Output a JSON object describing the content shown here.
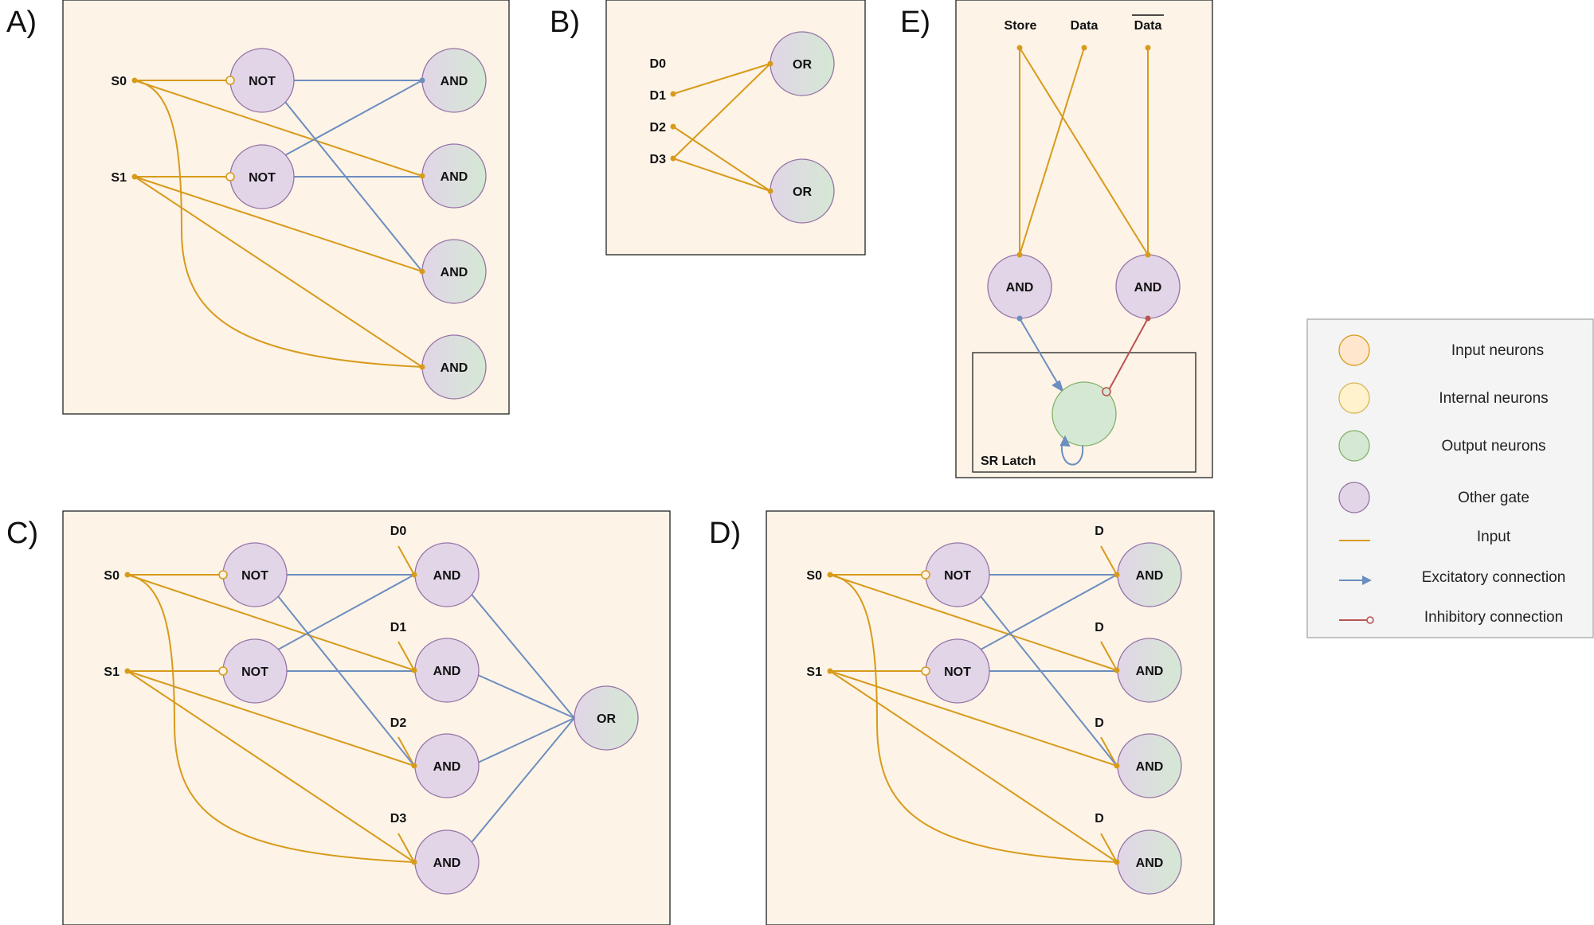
{
  "panels": {
    "A": {
      "label": "A)",
      "not_gate": "NOT",
      "and_gate": "AND",
      "inputs": [
        "S0",
        "S1"
      ]
    },
    "B": {
      "label": "B)",
      "or_gate": "OR",
      "inputs": [
        "D0",
        "D1",
        "D2",
        "D3"
      ]
    },
    "C": {
      "label": "C)",
      "not_gate": "NOT",
      "and_gate": "AND",
      "or_gate": "OR",
      "inputs": [
        "S0",
        "S1"
      ],
      "data_inputs": [
        "D0",
        "D1",
        "D2",
        "D3"
      ]
    },
    "D": {
      "label": "D)",
      "not_gate": "NOT",
      "and_gate": "AND",
      "inputs": [
        "S0",
        "S1"
      ],
      "data_input": "D"
    },
    "E": {
      "label": "E)",
      "and_gate": "AND",
      "inputs": [
        "Store",
        "Data",
        "Data"
      ],
      "latch_label": "SR Latch"
    }
  },
  "legend": {
    "items": [
      {
        "label": "Input neurons",
        "icon": "input-neuron-icon",
        "color": "#ffe6cc"
      },
      {
        "label": "Internal neurons",
        "icon": "internal-neuron-icon",
        "color": "#fff2cc"
      },
      {
        "label": "Output neurons",
        "icon": "output-neuron-icon",
        "color": "#d5e8d4"
      },
      {
        "label": "Other gate",
        "icon": "other-gate-icon",
        "color": "#e1d5e7"
      },
      {
        "label": "Input",
        "icon": "input-line-icon",
        "color": "#d79b1a"
      },
      {
        "label": "Excitatory connection",
        "icon": "excitatory-arrow-icon",
        "color": "#6c8ebf"
      },
      {
        "label": "Inhibitory connection",
        "icon": "inhibitory-line-icon",
        "color": "#b85450"
      }
    ]
  },
  "colors": {
    "panel_bg": "#fdf3e7",
    "gate_purple": "#e1d5e7",
    "gate_border": "#9673a6",
    "output_green": "#d5e8d4",
    "input_orange": "#d79b1a",
    "excitatory_blue": "#6c8ebf",
    "inhibitory_red": "#b85450"
  }
}
